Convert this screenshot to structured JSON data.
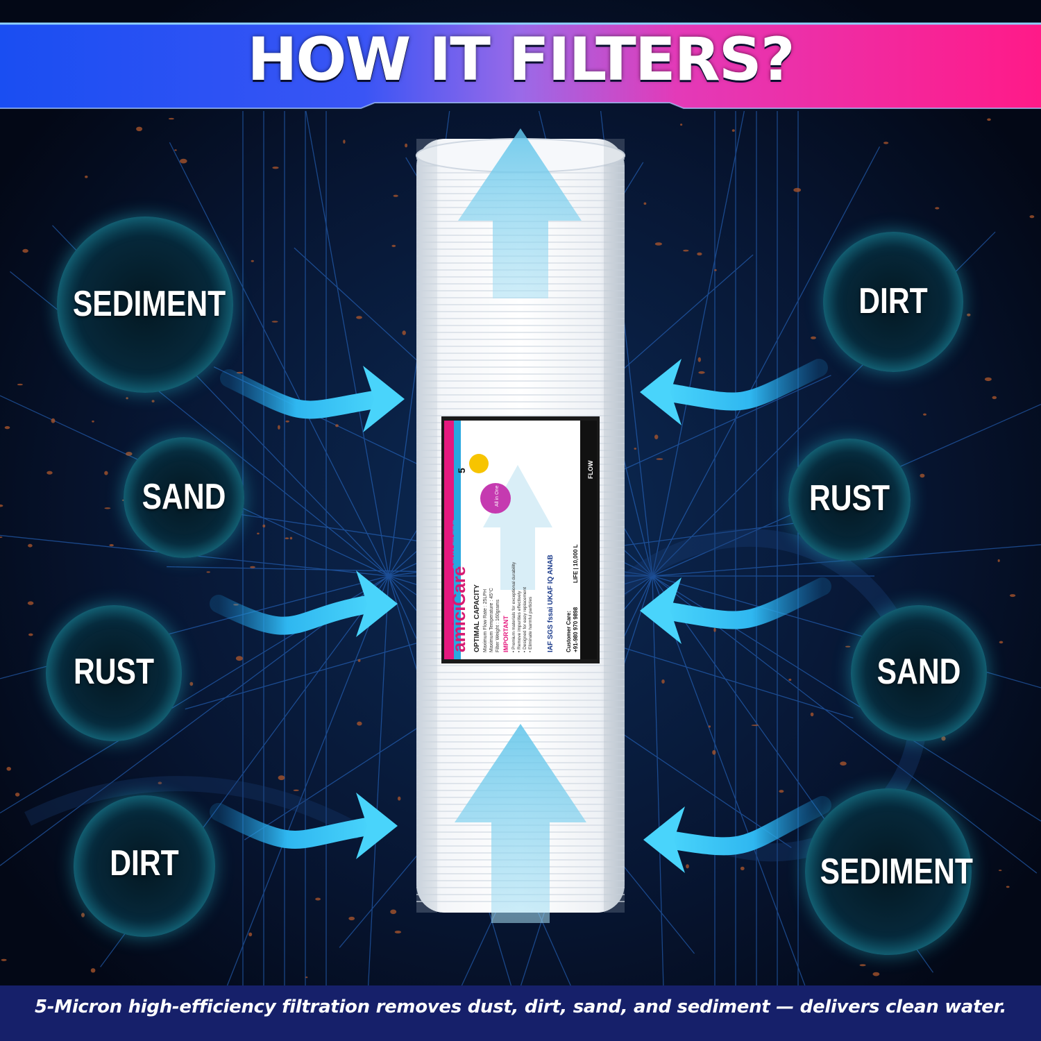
{
  "title": "HOW IT FILTERS?",
  "left_bubbles": [
    "SEDIMENT",
    "SAND",
    "RUST",
    "DIRT"
  ],
  "right_bubbles": [
    "DIRT",
    "RUST",
    "SAND",
    "SEDIMENT"
  ],
  "caption": "5-Micron high-efficiency filtration removes dust, dirt, sand, and sediment — delivers clean water.",
  "product_label": {
    "brand": "amiciCare",
    "product": "SPUN FILTER",
    "micron": "5",
    "badge": "All in One",
    "capacity_heading": "OPTIMAL CAPACITY",
    "specs": [
      "Maximum Flow Rate : 25LPH",
      "Maximum Temperature : 45°C",
      "Filter Weight : 160grams"
    ],
    "important_heading": "IMPORTANT",
    "notes": [
      "Premium materials for exceptional durability",
      "Remove impurities effectively",
      "Designed for easy replacement",
      "Eliminate harmful particles"
    ],
    "certs": [
      "IAF",
      "SGS",
      "fssai",
      "UKAF",
      "IQ",
      "ANAB"
    ],
    "life": "LIFE | 10,000 L",
    "flow": "FLOW",
    "care_heading": "Customer Care:",
    "care_phone": "+91-980 970 9898"
  },
  "colors": {
    "background": "#050c1e",
    "banner_left": "#1d4cf0",
    "banner_right": "#ff1a8c",
    "arrow": "#3cc8f5",
    "footer": "#16206a",
    "label_pink": "#e5197f",
    "label_blue": "#29a8e0"
  }
}
